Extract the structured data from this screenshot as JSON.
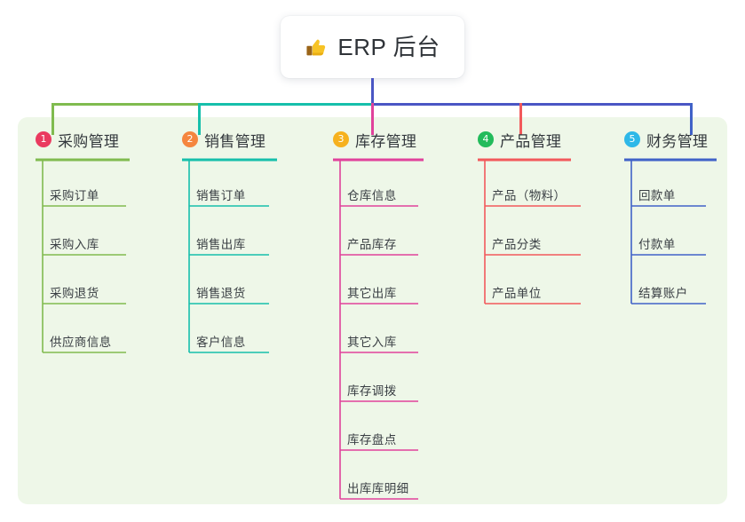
{
  "diagram": {
    "type": "org-chart",
    "root": {
      "label": "ERP 后台",
      "icon": "thumbs-up-icon"
    },
    "panel_background": "#eef7e8",
    "columns": [
      {
        "index": "1",
        "badge_number": "1",
        "badge_color": "#ea3a5f",
        "line_color": "#80bb4f",
        "title": "采购管理",
        "items": [
          "采购订单",
          "采购入库",
          "采购退货",
          "供应商信息"
        ]
      },
      {
        "index": "2",
        "badge_number": "2",
        "badge_color": "#f5863f",
        "line_color": "#16bfab",
        "title": "销售管理",
        "items": [
          "销售订单",
          "销售出库",
          "销售退货",
          "客户信息"
        ]
      },
      {
        "index": "3",
        "badge_number": "3",
        "badge_color": "#f6b11e",
        "line_color": "#e0429b",
        "title": "库存管理",
        "items": [
          "仓库信息",
          "产品库存",
          "其它出库",
          "其它入库",
          "库存调拨",
          "库存盘点",
          "出库库明细"
        ]
      },
      {
        "index": "4",
        "badge_number": "4",
        "badge_color": "#22bb5b",
        "line_color": "#f2595b",
        "title": "产品管理",
        "items": [
          "产品（物料）",
          "产品分类",
          "产品单位"
        ]
      },
      {
        "index": "5",
        "badge_number": "5",
        "badge_color": "#2eb8e8",
        "line_color": "#4062c8",
        "title": "财务管理",
        "items": [
          "回款单",
          "付款单",
          "结算账户"
        ]
      }
    ],
    "bus_segments": [
      {
        "name": "segment-col1-col2",
        "color": "#80bb4f"
      },
      {
        "name": "segment-col2-col3",
        "color": "#16bfab"
      },
      {
        "name": "segment-col3-col5",
        "color": "#4a56c4"
      }
    ],
    "root_stem_color": "#4a56c4"
  }
}
